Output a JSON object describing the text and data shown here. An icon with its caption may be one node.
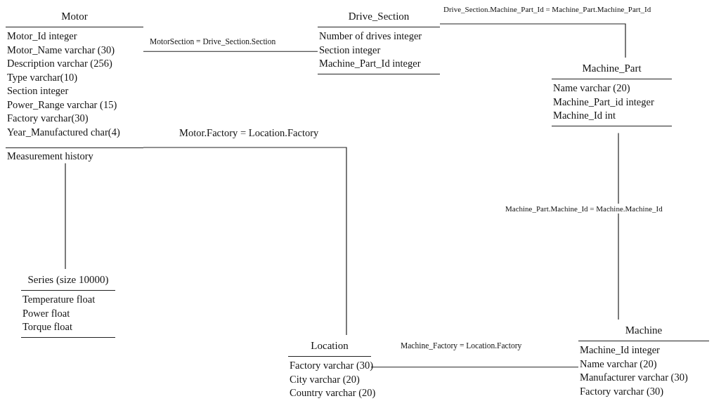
{
  "diagram": {
    "nodes": [
      {
        "text": [
          "Motor",
          "Motor_Id integer",
          "Motor_Name varchar (30)",
          "Description varchar (256)",
          "Type varchar(10)",
          "Section integer",
          "Power_Range varchar (15)",
          "Factory varchar(30)",
          "Year_Manufactured char(4)"
        ]
      },
      {
        "text": [
          "Measurement history"
        ],
        "in": 0
      },
      {
        "text": [
          "Drive_Section",
          "Number of drives integer",
          "Section integer",
          "Machine_Part_Id integer"
        ]
      },
      {
        "text": [
          "Machine_Part",
          "Name varchar (20)",
          "Machine_Part_id integer",
          "Machine_Id int"
        ]
      },
      {
        "text": [
          "Series (size 10000)",
          "Temperature float",
          "Power float",
          "Torque float"
        ]
      },
      {
        "text": [
          "Location",
          "Factory varchar (30)",
          "City varchar (20)",
          "Country varchar (20)"
        ]
      },
      {
        "text": [
          "Machine",
          "Machine_Id integer",
          "Name varchar (20)",
          "Manufacturer varchar (30)",
          "Factory varchar (30)"
        ]
      }
    ],
    "edges": [
      {
        "from": 0,
        "to": 2,
        "arrow": "none",
        "label": "MotorSection = Drive_Section.Section"
      },
      {
        "from": 0,
        "to": 5,
        "arrow": "none",
        "label": "Motor.Factory = Location.Factory"
      },
      {
        "from": 2,
        "to": 3,
        "arrow": "none",
        "label": "Drive_Section.Machine_Part_Id = Machine_Part.Machine_Part_Id"
      },
      {
        "from": 3,
        "to": 6,
        "arrow": "none",
        "label": "Machine_Part.Machine_Id = Machine.Machine_Id"
      },
      {
        "from": 5,
        "to": 6,
        "arrow": "none",
        "label": "Machine_Factory = Location.Factory"
      },
      {
        "from": 1,
        "to": 4,
        "arrow": "none"
      }
    ]
  }
}
